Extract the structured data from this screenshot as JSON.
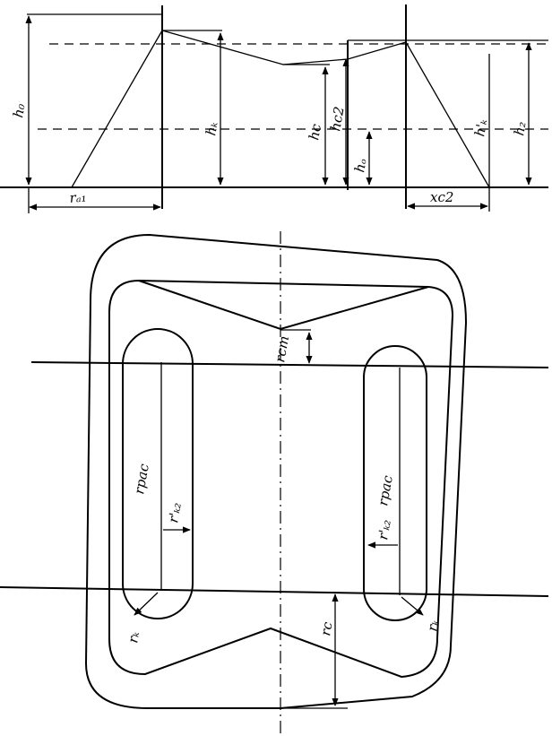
{
  "top_diagram": {
    "labels": {
      "h0_left": "h₀",
      "r_a1": "rₐ₁",
      "h_k": "hₖ",
      "h_c": "hc",
      "h_c2": "hc2",
      "h_o": "hₒ",
      "h_k_prime": "h'ₖ",
      "h_2": "h₂",
      "x_c2": "xc2"
    }
  },
  "bottom_diagram": {
    "labels": {
      "r_cm": "rcm",
      "r_pac_left": "rpac",
      "r_pac_right": "rpac",
      "r_k2_left": "r'ₖ₂",
      "r_k2_right": "r'ₖ₂",
      "r_k_left": "rₖ",
      "r_k_right": "rₖ",
      "r_c": "rc"
    }
  }
}
